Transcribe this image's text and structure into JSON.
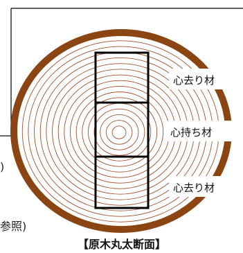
{
  "diagram": {
    "caption": "【原木丸太断面】",
    "labels": {
      "top": "心去り材",
      "middle": "心持ち材",
      "bottom": "心去り材"
    },
    "cut_text": {
      "line1": ")",
      "line2": "参照)"
    },
    "colors": {
      "bark": "#8B4513",
      "ring": "#A0522D",
      "outline": "#000000"
    }
  }
}
